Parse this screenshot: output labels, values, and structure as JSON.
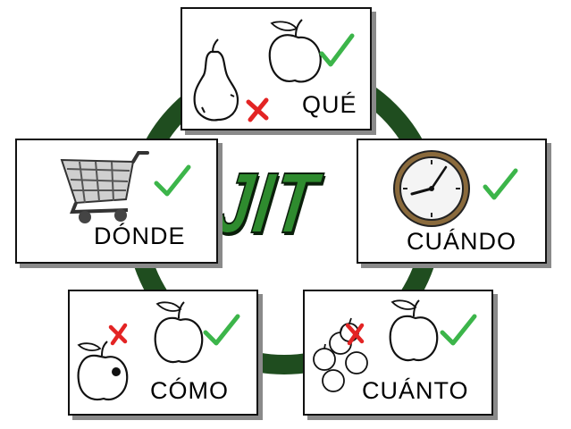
{
  "center": {
    "title": "JIT"
  },
  "cards": {
    "que": {
      "label": "QUÉ"
    },
    "donde": {
      "label": "DÓNDE"
    },
    "cuando": {
      "label": "CUÁNDO"
    },
    "como": {
      "label": "CÓMO"
    },
    "cuanto": {
      "label": "CUÁNTO"
    }
  },
  "colors": {
    "ring": "#1f4d1f",
    "title": "#2e8b2e",
    "check": "#3cb54a",
    "cross": "#e32424",
    "outline": "#111111",
    "shadow": "#8a8a8a"
  },
  "icons": [
    "apple-icon",
    "pear-icon",
    "check-icon",
    "cross-icon",
    "shopping-cart-icon",
    "clock-icon",
    "apple-pile-icon"
  ]
}
